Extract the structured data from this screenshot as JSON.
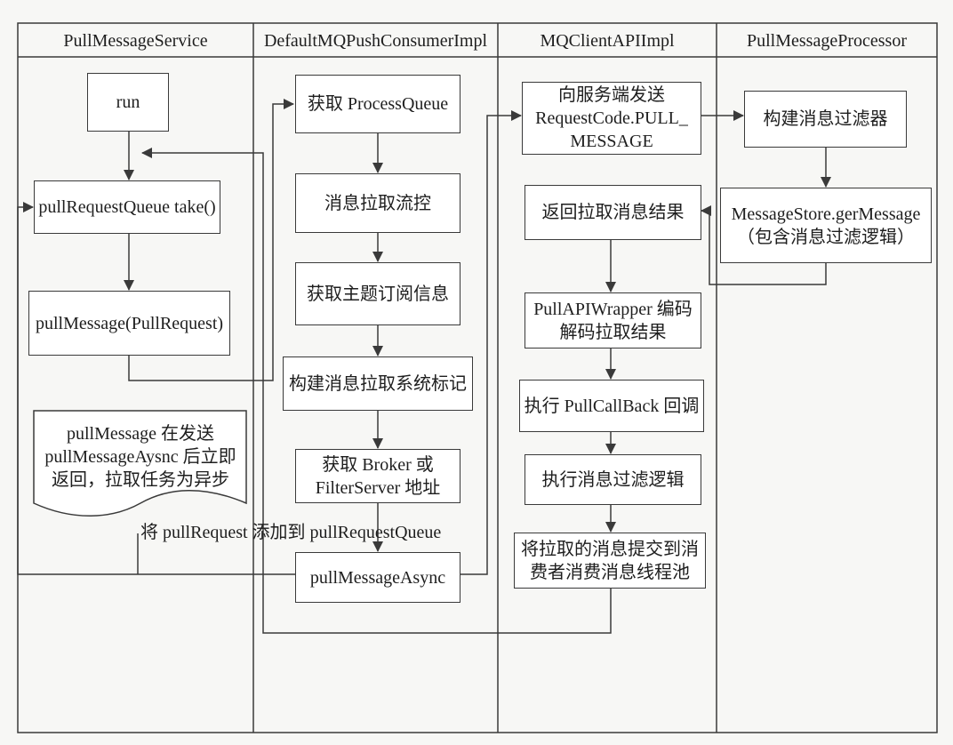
{
  "lanes": [
    {
      "title": "PullMessageService"
    },
    {
      "title": "DefaultMQPushConsumerImpl"
    },
    {
      "title": "MQClientAPIImpl"
    },
    {
      "title": "PullMessageProcessor"
    }
  ],
  "nodes": {
    "run": "run",
    "take": "pullRequestQueue take()",
    "pull_message": "pullMessage(PullRequest)",
    "get_process_queue": "获取 ProcessQueue",
    "flow_control": "消息拉取流控",
    "subscription": "获取主题订阅信息",
    "sys_flag": "构建消息拉取系统标记",
    "broker_addr": "获取 Broker 或\nFilterServer 地址",
    "pull_async": "pullMessageAsync",
    "send_request": "向服务端发送\nRequestCode.PULL_\nMESSAGE",
    "return_result": "返回拉取消息结果",
    "decode": "PullAPIWrapper 编码\n解码拉取结果",
    "callback": "执行 PullCallBack 回调",
    "filter_logic": "执行消息过滤逻辑",
    "submit": "将拉取的消息提交到消\n费者消费消息线程池",
    "build_filter": "构建消息过滤器",
    "get_message": "MessageStore.gerMessage\n（包含消息过滤逻辑）"
  },
  "note": "pullMessage 在发送\npullMessageAysnc 后立即\n返回，拉取任务为异步",
  "edge_label": "将 pullRequest 添加到 pullRequestQueue"
}
